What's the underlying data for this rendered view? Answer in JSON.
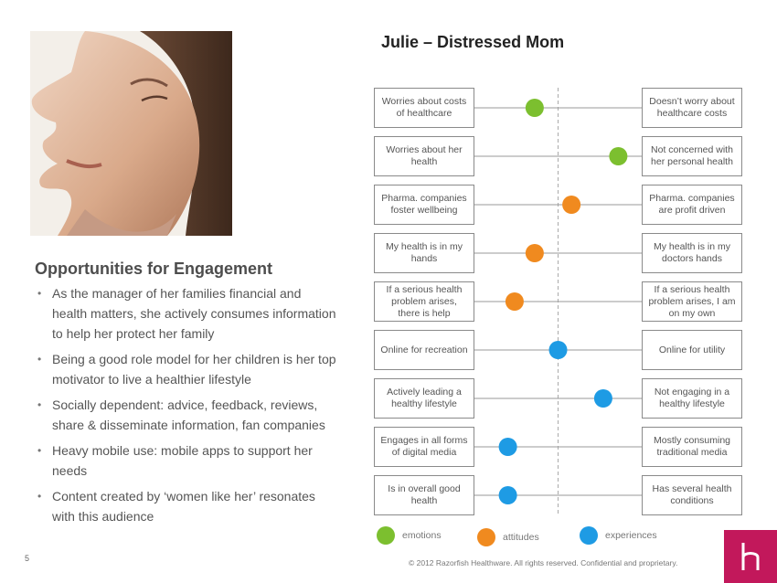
{
  "persona_title": "Julie – Distressed Mom",
  "section_title": "Opportunities for Engagement",
  "bullets": [
    "As the manager of her families financial and health matters, she actively consumes information to help her protect her family",
    "Being a good role model for her children is her top motivator to live a healthier lifestyle",
    "Socially dependent: advice, feedback, reviews, share & disseminate information, fan companies",
    "Heavy mobile use: mobile apps to support her needs",
    "Content created by ‘women like her’ resonates with this audience"
  ],
  "page_number": "5",
  "footer": "© 2012 Razorfish Healthware. All rights reserved. Confidential and proprietary.",
  "colors": {
    "emotions": "#7cbf2f",
    "attitudes": "#f08a1f",
    "experiences": "#1e9be4",
    "brand": "#c2185b"
  },
  "legend": [
    {
      "label": "emotions",
      "category": "emotions"
    },
    {
      "label": "attitudes",
      "category": "attitudes"
    },
    {
      "label": "experiences",
      "category": "experiences"
    }
  ],
  "scales": [
    {
      "left": "Worries about costs of healthcare",
      "right": "Doesn’t worry about healthcare costs",
      "value": 0.36,
      "category": "emotions"
    },
    {
      "left": "Worries about her health",
      "right": "Not concerned with her personal health",
      "value": 0.86,
      "category": "emotions"
    },
    {
      "left": "Pharma. companies foster wellbeing",
      "right": "Pharma. companies are profit driven",
      "value": 0.58,
      "category": "attitudes"
    },
    {
      "left": "My health is in my hands",
      "right": "My health is in my doctors hands",
      "value": 0.36,
      "category": "attitudes"
    },
    {
      "left": "If a serious health problem arises, there is help",
      "right": "If a serious health problem arises, I am on my own",
      "value": 0.24,
      "category": "attitudes"
    },
    {
      "left": "Online for recreation",
      "right": "Online for utility",
      "value": 0.5,
      "category": "experiences"
    },
    {
      "left": "Actively leading a healthy lifestyle",
      "right": "Not engaging in a healthy lifestyle",
      "value": 0.77,
      "category": "experiences"
    },
    {
      "left": "Engages in all forms of digital media",
      "right": "Mostly consuming traditional media",
      "value": 0.2,
      "category": "experiences"
    },
    {
      "left": "Is in overall good health",
      "right": "Has several health conditions",
      "value": 0.2,
      "category": "experiences"
    }
  ]
}
